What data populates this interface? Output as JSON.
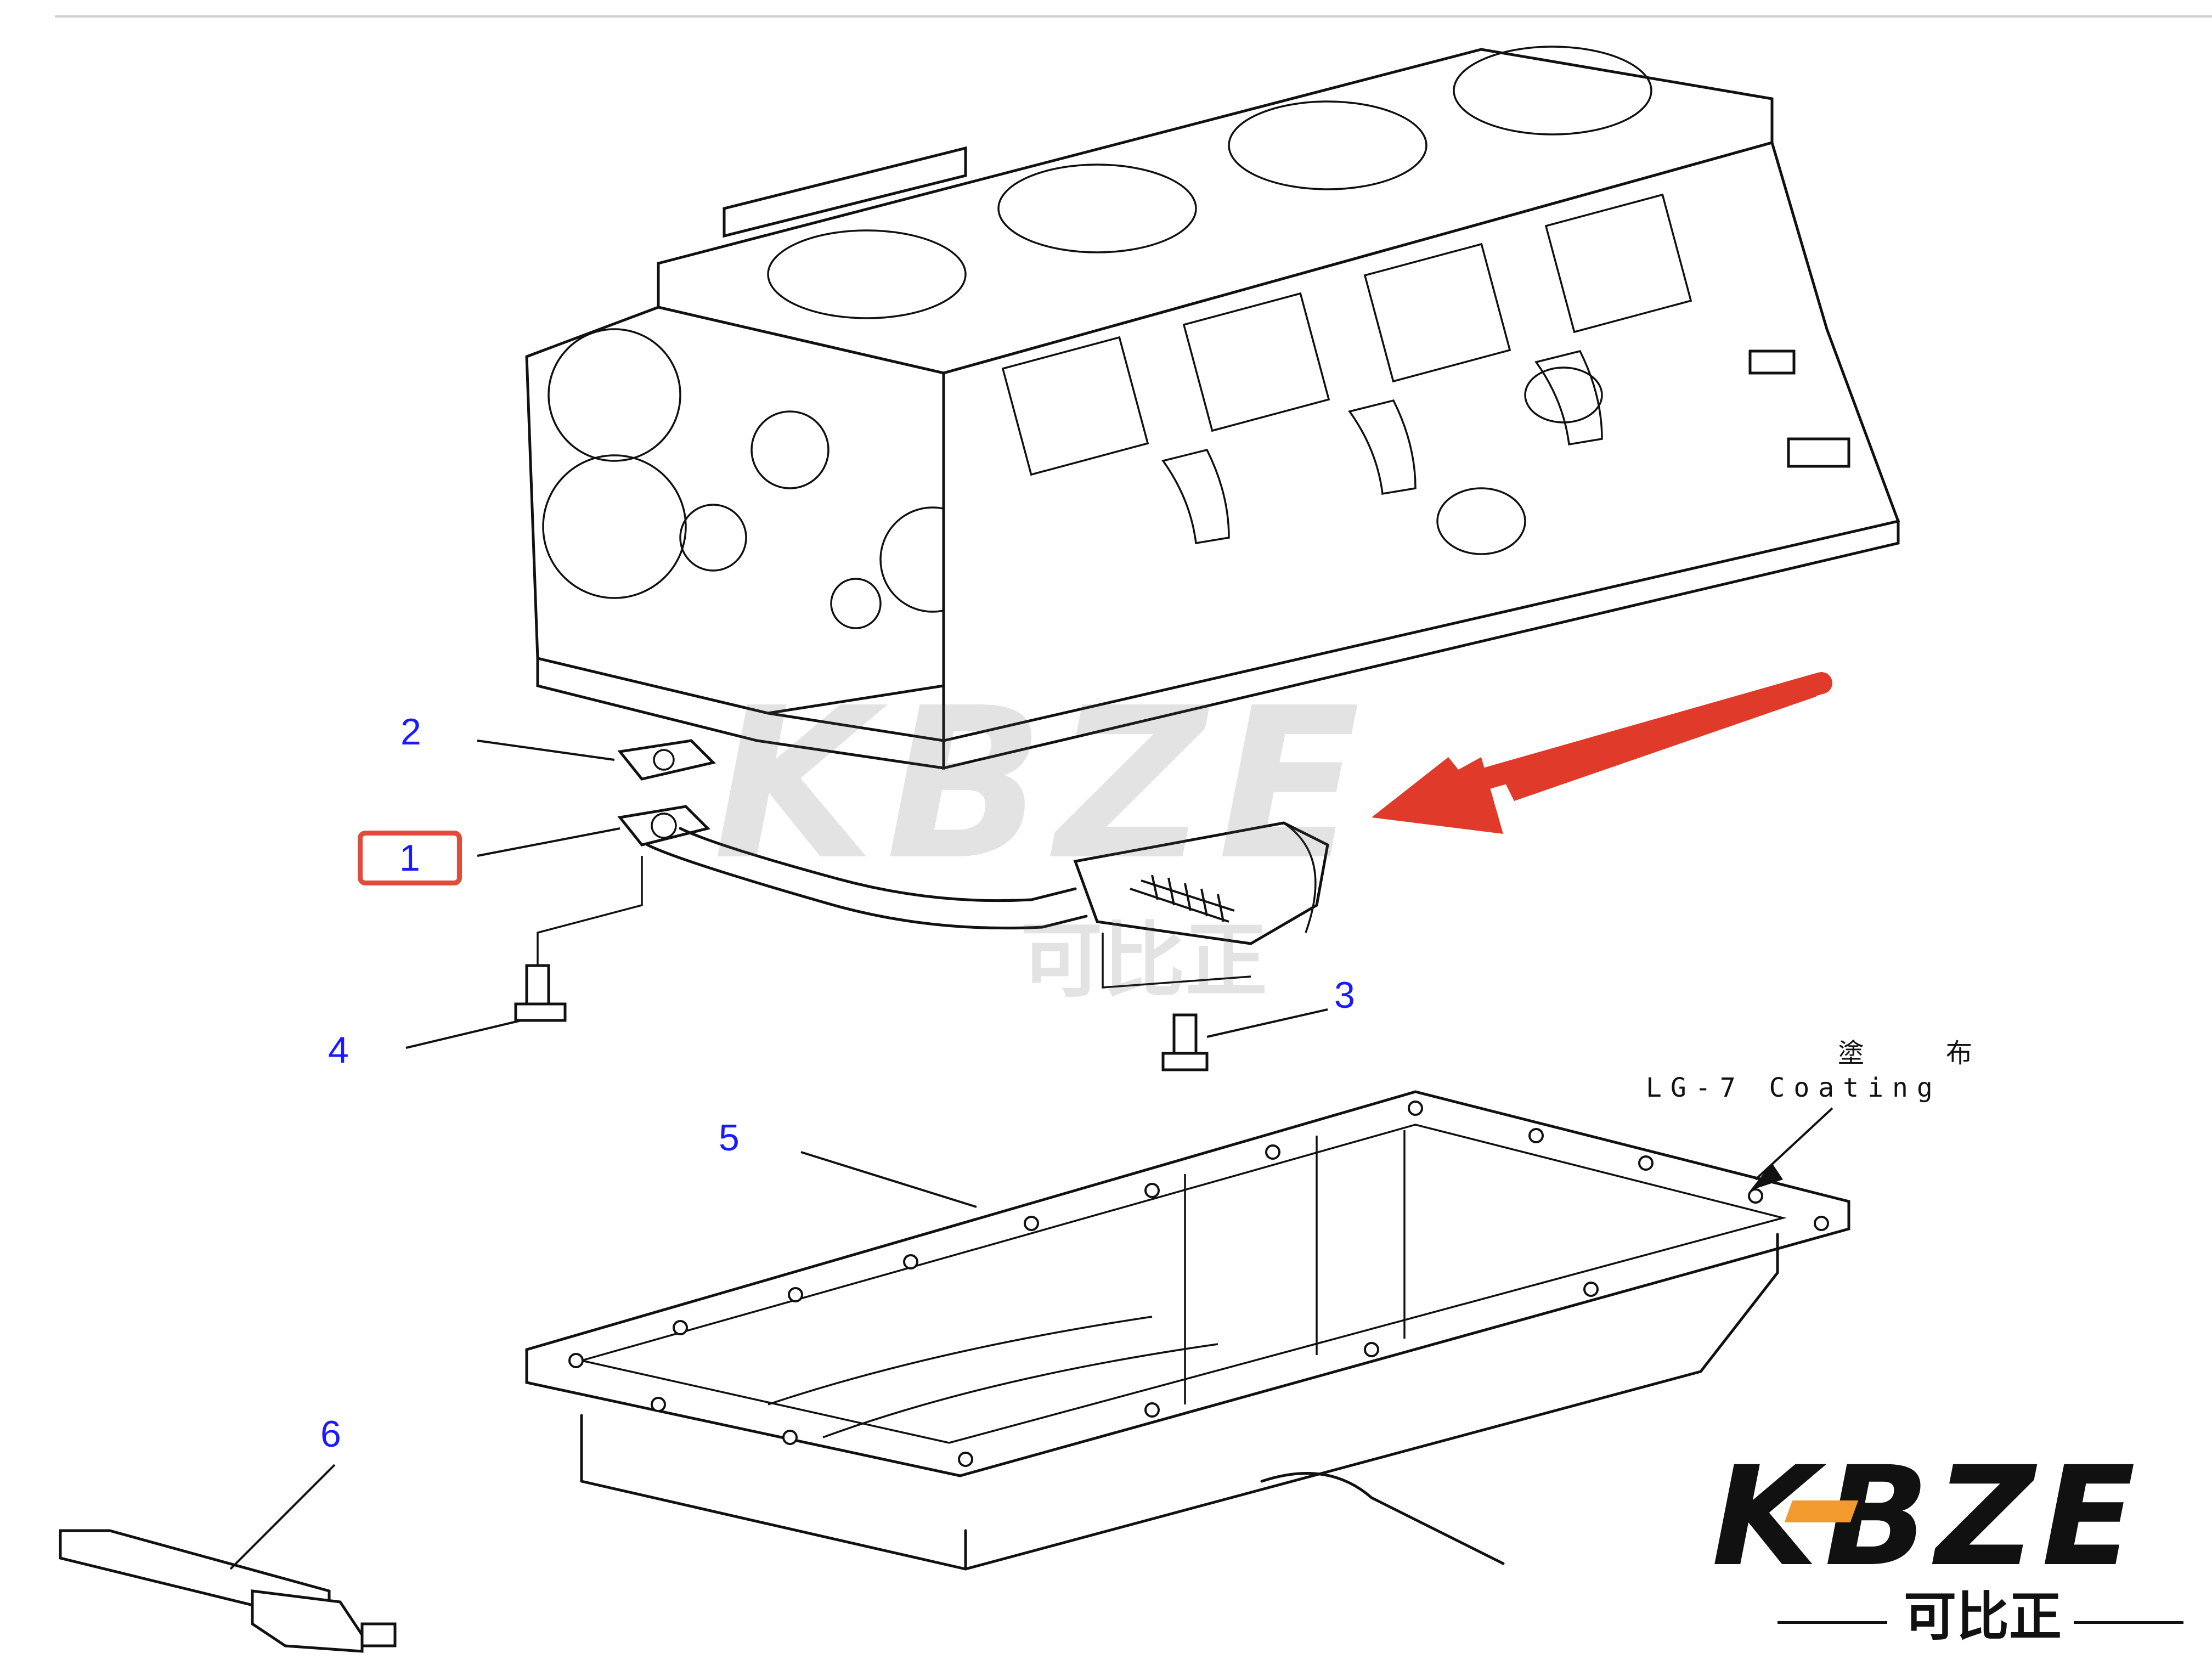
{
  "callouts": [
    {
      "id": "2",
      "label": "2"
    },
    {
      "id": "1",
      "label": "1",
      "highlighted": true
    },
    {
      "id": "4",
      "label": "4"
    },
    {
      "id": "3",
      "label": "3"
    },
    {
      "id": "5",
      "label": "5"
    },
    {
      "id": "6",
      "label": "6"
    }
  ],
  "note": {
    "line1": "塗 布",
    "line2": "LG-7 Coating"
  },
  "watermark": {
    "text": "KBZE",
    "sub": "可比正"
  },
  "logo": {
    "text": "KBZE",
    "sub": "可比正"
  },
  "colors": {
    "callout": "#1a1aff",
    "highlight": "#e24a3a",
    "arrow": "#e03a2a",
    "logo_accent": "#f29a2e"
  }
}
